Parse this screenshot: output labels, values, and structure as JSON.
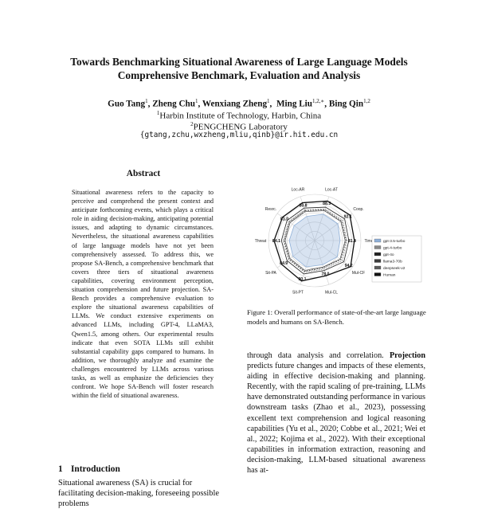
{
  "paper": {
    "title_line1": "Towards Benchmarking Situational Awareness of Large Language Models",
    "title_line2": "Comprehensive Benchmark, Evaluation and Analysis",
    "authors": [
      {
        "name": "Guo Tang",
        "sup": "1"
      },
      {
        "name": "Zheng Chu",
        "sup": "1"
      },
      {
        "name": "Wenxiang Zheng",
        "sup": "1"
      },
      {
        "name": "Ming Liu",
        "sup": "1,2,∗"
      },
      {
        "name": "Bing Qin",
        "sup": "1,2"
      }
    ],
    "affil1_sup": "1",
    "affil1": "Harbin Institute of Technology, Harbin, China",
    "affil2_sup": "2",
    "affil2": "PENGCHENG Laboratory",
    "email": "{gtang,zchu,wxzheng,mliu,qinb}@ir.hit.edu.cn"
  },
  "abstract": {
    "heading": "Abstract",
    "text": "Situational awareness refers to the capacity to perceive and comprehend the present context and anticipate forthcoming events, which plays a critical role in aiding decision-making, anticipating potential issues, and adapting to dynamic circumstances. Nevertheless, the situational awareness capabilities of large language models have not yet been comprehensively assessed. To address this, we propose SA-Bench, a comprehensive benchmark that covers three tiers of situational awareness capabilities, covering environment perception, situation comprehension and future projection. SA-Bench provides a comprehensive evaluation to explore the situational awareness capabilities of LLMs. We conduct extensive experiments on advanced LLMs, including GPT-4, LLaMA3, Qwen1.5, among others. Our experimental results indicate that even SOTA LLMs still exhibit substantial capability gaps compared to humans. In addition, we thoroughly analyze and examine the challenges encountered by LLMs across various tasks, as well as emphasize the deficiencies they confront. We hope SA-Bench will foster research within the field of situational awareness."
  },
  "section1": {
    "number": "1",
    "title": "Introduction",
    "text": "Situational awareness (SA) is crucial for facilitating decision-making, foreseeing possible problems"
  },
  "figure": {
    "caption": "Figure 1: Overall performance of state-of-the-art large language models and humans on SA-Bench.",
    "axes": [
      "Loc-AR",
      "Loc-AT",
      "Coop.",
      "Time",
      "Mul-CF",
      "Mul-CL",
      "Sit-PT",
      "Sit-PA",
      "Threat",
      "Resrc."
    ],
    "legend": [
      "gpt-3.5-turbo",
      "gpt-4-turbo",
      "gpt-4o",
      "llama3-70b",
      "deepseek-v2",
      "Human"
    ],
    "human_values": [
      "80.8",
      "88.5",
      "92.1",
      "81.4",
      "94.2",
      "78.0",
      "90.1",
      "84.9",
      "84.1",
      "81.0"
    ],
    "colors": {
      "gpt-3.5-turbo": "#8fb0d8",
      "gpt-4-turbo": "#888888",
      "gpt-4o": "#222222",
      "llama3-70b": "#3a3a3a",
      "deepseek-v2": "#5a5a5a",
      "Human": "#111111"
    }
  },
  "right_column": {
    "line1": "through data analysis and correlation.",
    "projection": "Projection",
    "rest": "predicts future changes and impacts of these elements, aiding in effective decision-making and planning. Recently, with the rapid scaling of pre-training, LLMs have demonstrated outstanding performance in various downstream tasks (Zhao et al., 2023), possessing excellent text comprehension and logical reasoning capabilities (Yu et al., 2020; Cobbe et al., 2021; Wei et al., 2022; Kojima et al., 2022). With their exceptional capabilities in information extraction, reasoning and decision-making, LLM-based situational awareness has at-"
  }
}
